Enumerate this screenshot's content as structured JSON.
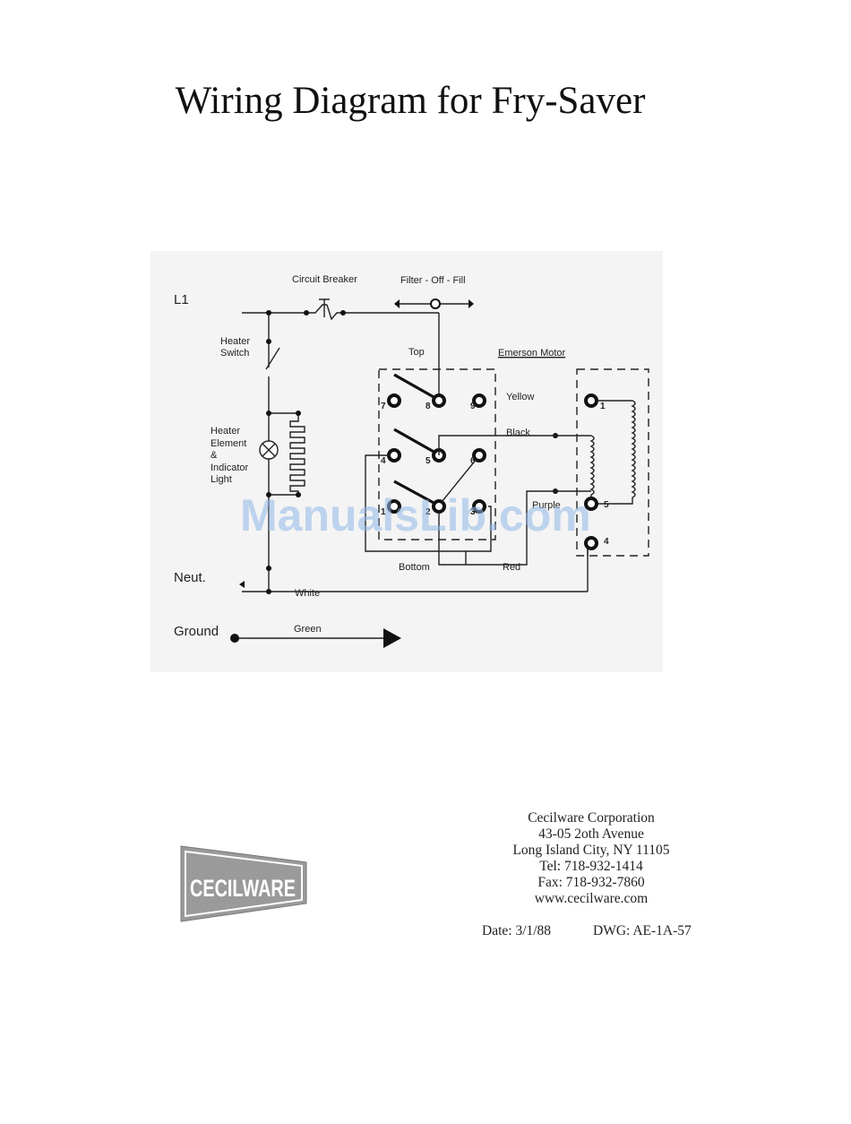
{
  "title": "Wiring Diagram for Fry-Saver",
  "labels": {
    "l1": "L1",
    "neut": "Neut.",
    "ground": "Ground",
    "circuit_breaker": "Circuit Breaker",
    "filter_off_fill": "Filter - Off - Fill",
    "heater_switch_1": "Heater",
    "heater_switch_2": "Switch",
    "heater_element_1": "Heater",
    "heater_element_2": "Element",
    "heater_element_3": "&",
    "heater_element_4": "Indicator",
    "heater_element_5": "Light",
    "top": "Top",
    "bottom": "Bottom",
    "emerson_motor": "Emerson Motor",
    "yellow": "Yellow",
    "black": "Black",
    "purple": "Purple",
    "red": "Red",
    "white": "White",
    "green": "Green"
  },
  "switch_terminals": {
    "t7": "7",
    "t8": "8",
    "t9": "9",
    "t4": "4",
    "t5": "5",
    "t6": "6",
    "t1": "1",
    "t2": "2",
    "t3": "3"
  },
  "motor_terminals": {
    "m1": "1",
    "m5": "5",
    "m4": "4"
  },
  "watermark": "ManualsLib.com",
  "logo_text": "CECILWARE",
  "address": {
    "company": "Cecilware Corporation",
    "street": "43-05 2oth Avenue",
    "city": "Long Island City, NY 11105",
    "tel": "Tel: 718-932-1414",
    "fax": "Fax: 718-932-7860",
    "web": "www.cecilware.com"
  },
  "date": "Date:  3/1/88",
  "dwg": "DWG: AE-1A-57"
}
